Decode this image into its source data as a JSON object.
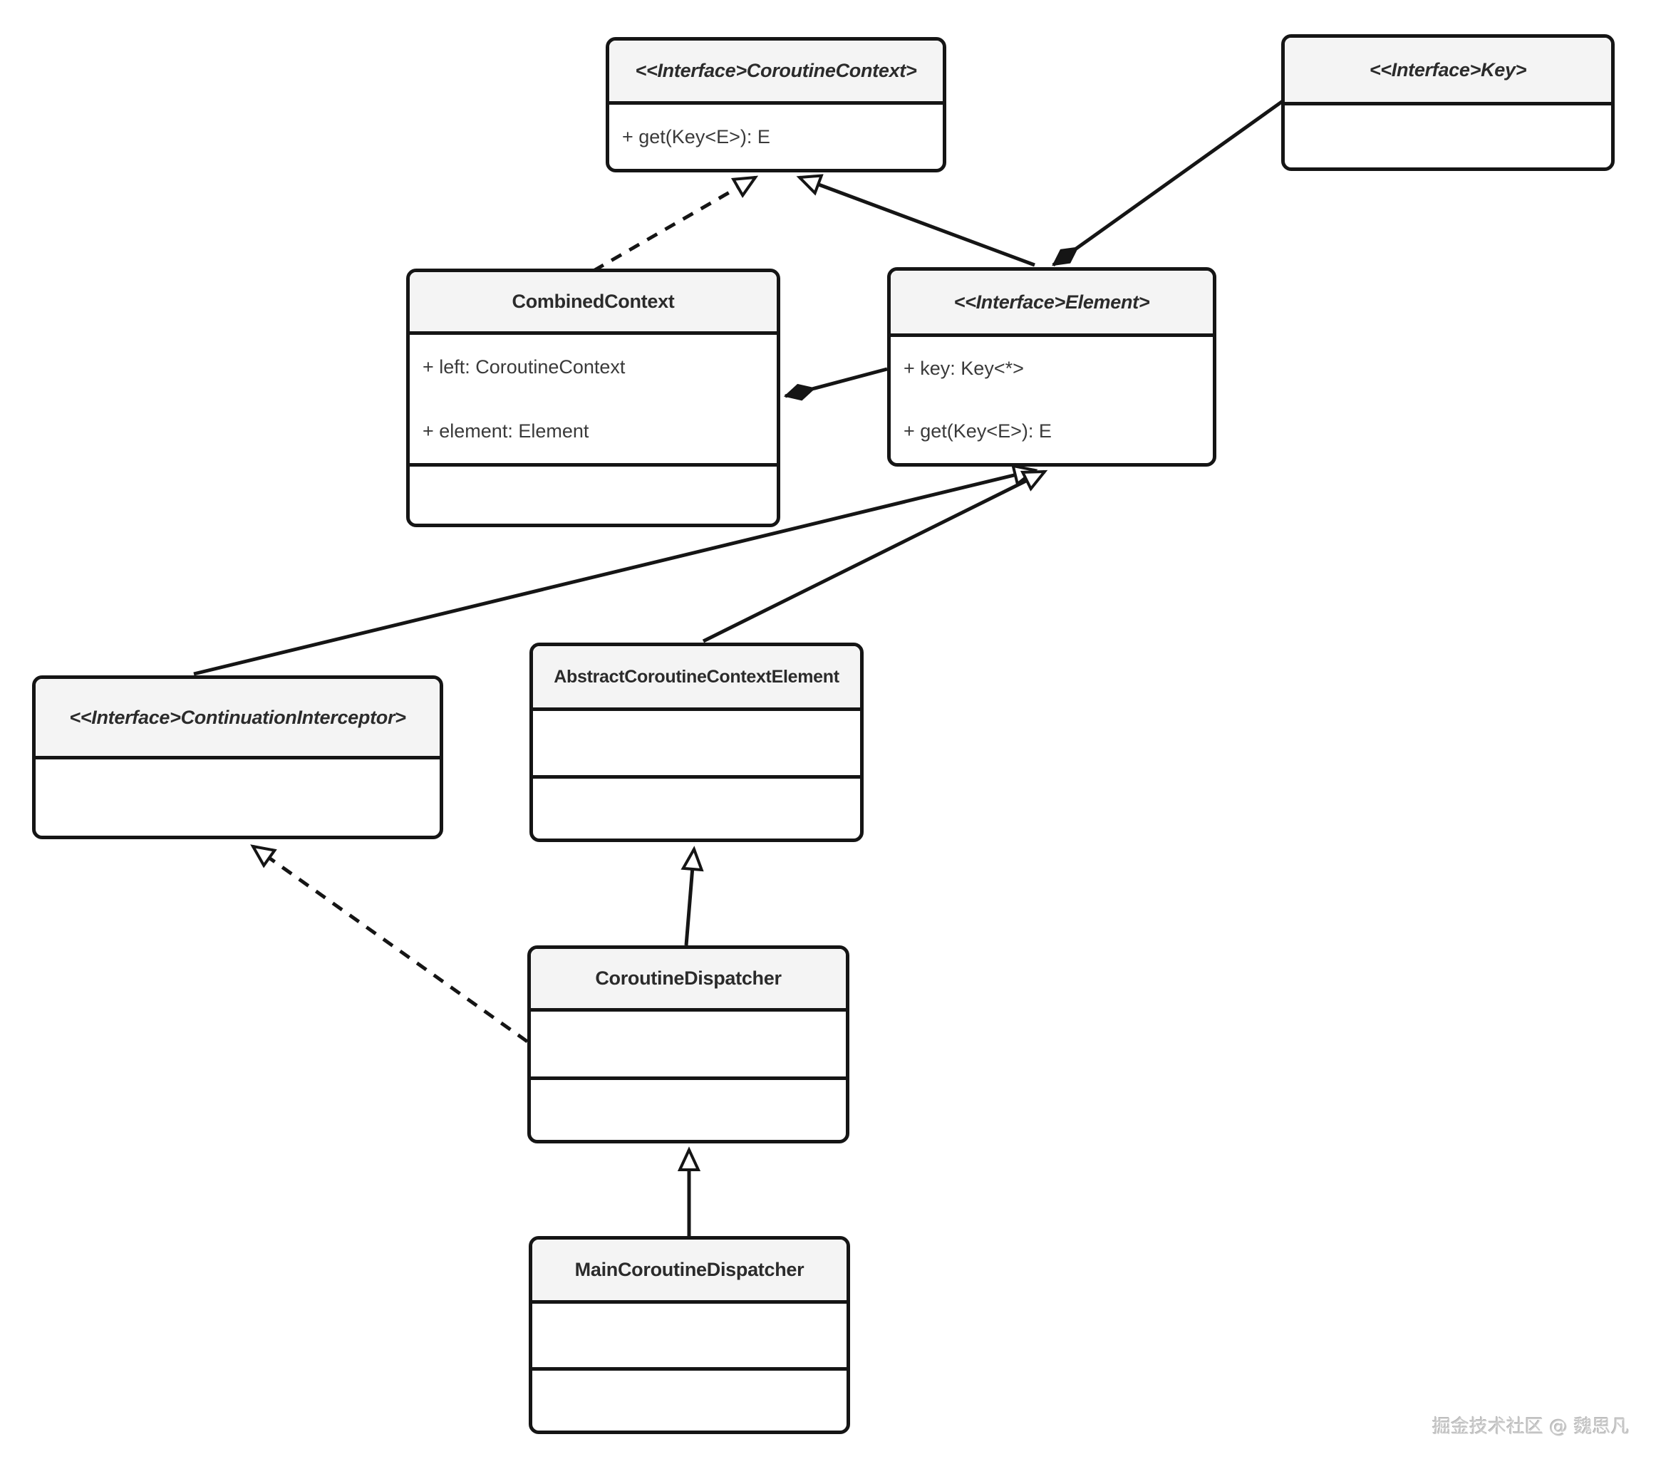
{
  "watermark": "掘金技术社区 @ 魏思凡",
  "colors": {
    "header_fill": "#f4f4f4",
    "border": "#151515",
    "body_fill": "#ffffff",
    "member_text": "#3a3a3a",
    "watermark_text": "#cbcbcb"
  },
  "classes": {
    "coroutine_context": {
      "title": "<<Interface>CoroutineContext>",
      "members": [
        "+ get(Key<E>): E"
      ]
    },
    "key": {
      "title": "<<Interface>Key>"
    },
    "combined_context": {
      "title": "CombinedContext",
      "attributes": [
        "+ left: CoroutineContext",
        "+ element: Element"
      ]
    },
    "element": {
      "title": "<<Interface>Element>",
      "members": [
        "+ key: Key<*>",
        "+ get(Key<E>): E"
      ]
    },
    "continuation_interceptor": {
      "title": "<<Interface>ContinuationInterceptor>"
    },
    "abstract_coroutine_context_element": {
      "title": "AbstractCoroutineContextElement"
    },
    "coroutine_dispatcher": {
      "title": "CoroutineDispatcher"
    },
    "main_coroutine_dispatcher": {
      "title": "MainCoroutineDispatcher"
    }
  },
  "relationships": [
    {
      "from": "CombinedContext",
      "to": "CoroutineContext",
      "type": "realization",
      "line": "dashed",
      "head": "hollow-triangle"
    },
    {
      "from": "Element",
      "to": "CoroutineContext",
      "type": "generalization",
      "line": "solid",
      "head": "hollow-triangle"
    },
    {
      "from": "Key",
      "to": "Element",
      "type": "composition",
      "line": "solid",
      "head": "filled-diamond-at-element"
    },
    {
      "from": "Element",
      "to": "CombinedContext",
      "type": "composition",
      "line": "solid",
      "head": "filled-diamond-at-combined-context"
    },
    {
      "from": "ContinuationInterceptor",
      "to": "Element",
      "type": "generalization",
      "line": "solid",
      "head": "hollow-triangle"
    },
    {
      "from": "AbstractCoroutineContextElement",
      "to": "Element",
      "type": "generalization",
      "line": "solid",
      "head": "hollow-triangle"
    },
    {
      "from": "CoroutineDispatcher",
      "to": "ContinuationInterceptor",
      "type": "realization",
      "line": "dashed",
      "head": "hollow-triangle"
    },
    {
      "from": "CoroutineDispatcher",
      "to": "AbstractCoroutineContextElement",
      "type": "generalization",
      "line": "solid",
      "head": "hollow-triangle"
    },
    {
      "from": "MainCoroutineDispatcher",
      "to": "CoroutineDispatcher",
      "type": "generalization",
      "line": "solid",
      "head": "hollow-triangle"
    }
  ]
}
